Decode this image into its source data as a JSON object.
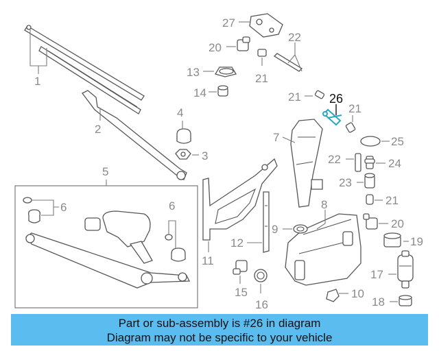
{
  "diagram": {
    "highlight_color": "#2aa7c0",
    "callouts": {
      "c1": "1",
      "c2": "2",
      "c3": "3",
      "c4": "4",
      "c5": "5",
      "c6a": "6",
      "c6b": "6",
      "c7": "7",
      "c8": "8",
      "c9": "9",
      "c10": "10",
      "c11": "11",
      "c12": "12",
      "c13": "13",
      "c14": "14",
      "c15": "15",
      "c16": "16",
      "c17": "17",
      "c18": "18",
      "c19": "19",
      "c20a": "20",
      "c20b": "20",
      "c21a": "21",
      "c21b": "21",
      "c21c": "21",
      "c21d": "21",
      "c22a": "22",
      "c22b": "22",
      "c23": "23",
      "c24": "24",
      "c25": "25",
      "c26": "26",
      "c27": "27"
    }
  },
  "banner": {
    "background": "#5bbcef",
    "line1": "Part or sub-assembly is #26 in diagram",
    "line2": "Diagram may not be specific to your vehicle"
  }
}
